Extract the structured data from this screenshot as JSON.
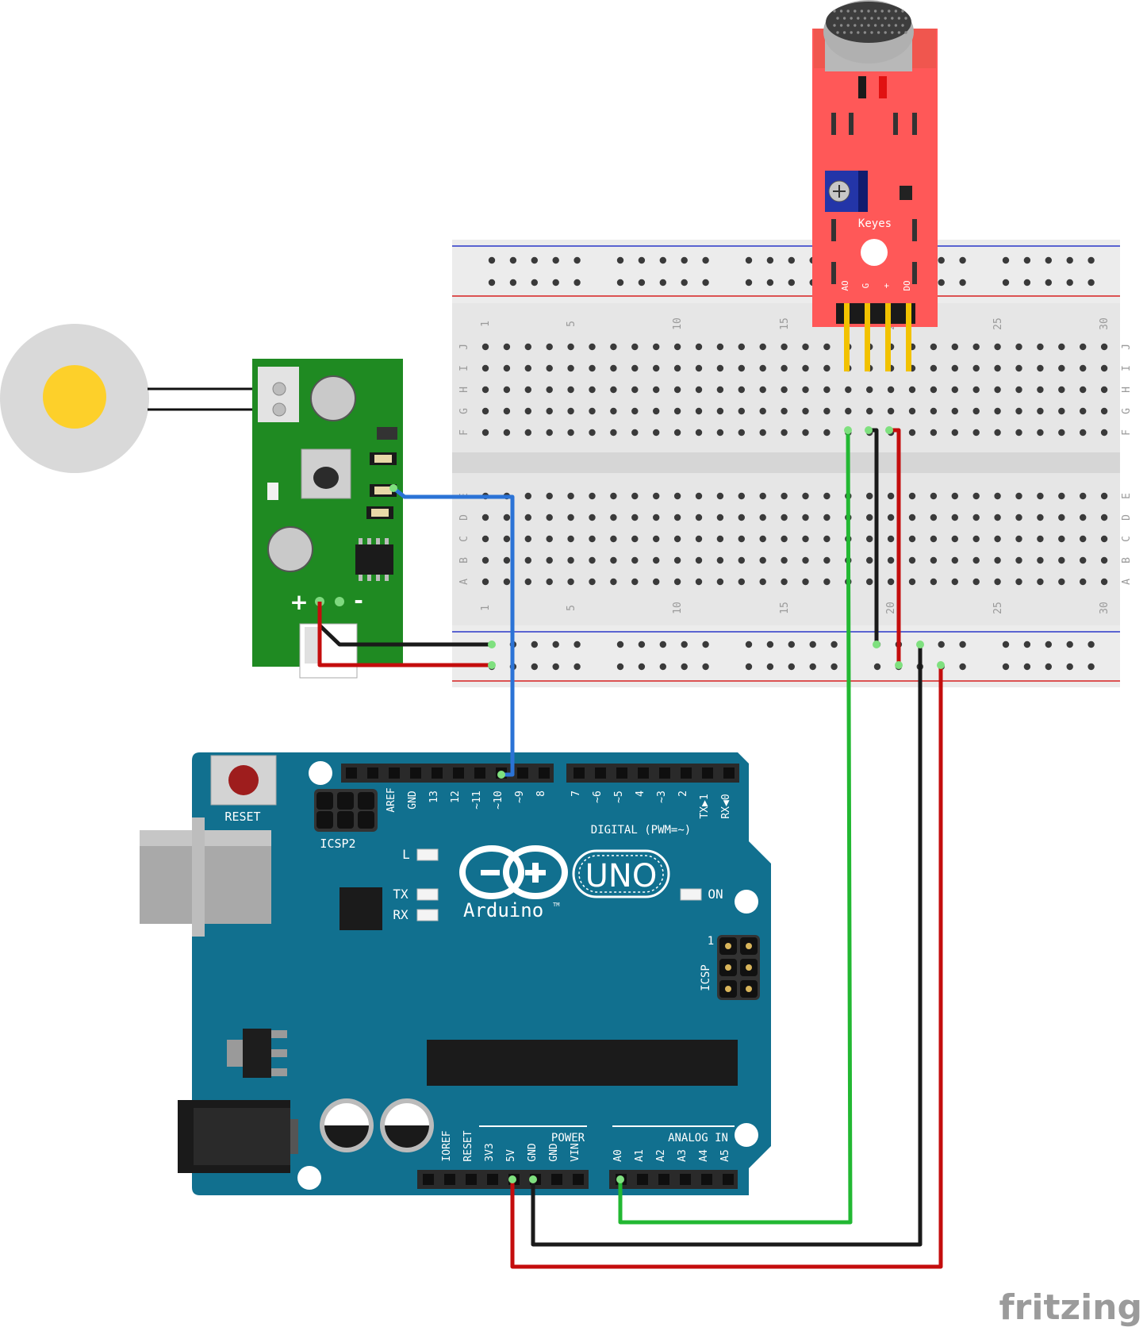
{
  "colors": {
    "arduino": "#11708f",
    "breadboard": "#e5e5e5",
    "driver_board": "#1f8a22",
    "sound_module": "#ff5858",
    "wire_green": "#22b832",
    "wire_black": "#1a1a1a",
    "wire_red": "#c40d0d",
    "wire_blue": "#2b73d6",
    "pin_yellow": "#f2c200",
    "led_yellow": "#fdd02a"
  },
  "breadboard": {
    "row_letters_top": [
      "J",
      "I",
      "H",
      "G",
      "F"
    ],
    "row_letters_bottom": [
      "E",
      "D",
      "C",
      "B",
      "A"
    ],
    "column_numbers": [
      "1",
      "5",
      "10",
      "15",
      "20",
      "25",
      "30"
    ]
  },
  "sound_module": {
    "brand": "Keyes",
    "pins": [
      "AO",
      "G",
      "+",
      "DO"
    ]
  },
  "driver": {
    "plus": "+",
    "minus": "-"
  },
  "arduino": {
    "reset": "RESET",
    "icsp2": "ICSP2",
    "icsp": "ICSP",
    "icsp_pin1": "1",
    "digital_label": "DIGITAL (PWM=~)",
    "digital_pins": [
      "AREF",
      "GND",
      "13",
      "12",
      "~11",
      "~10",
      "~9",
      "8",
      "7",
      "~6",
      "~5",
      "4",
      "~3",
      "2",
      "TX▶1",
      "RX◀0"
    ],
    "led_l": "L",
    "led_tx": "TX",
    "led_rx": "RX",
    "led_on": "ON",
    "logo_uno": "UNO",
    "logo_name": "Arduino",
    "logo_tm": "TM",
    "power_label": "POWER",
    "analog_label": "ANALOG IN",
    "power_pins": [
      "IOREF",
      "RESET",
      "3V3",
      "5V",
      "GND",
      "GND",
      "VIN"
    ],
    "analog_pins": [
      "A0",
      "A1",
      "A2",
      "A3",
      "A4",
      "A5"
    ]
  },
  "watermark": "fritzing"
}
